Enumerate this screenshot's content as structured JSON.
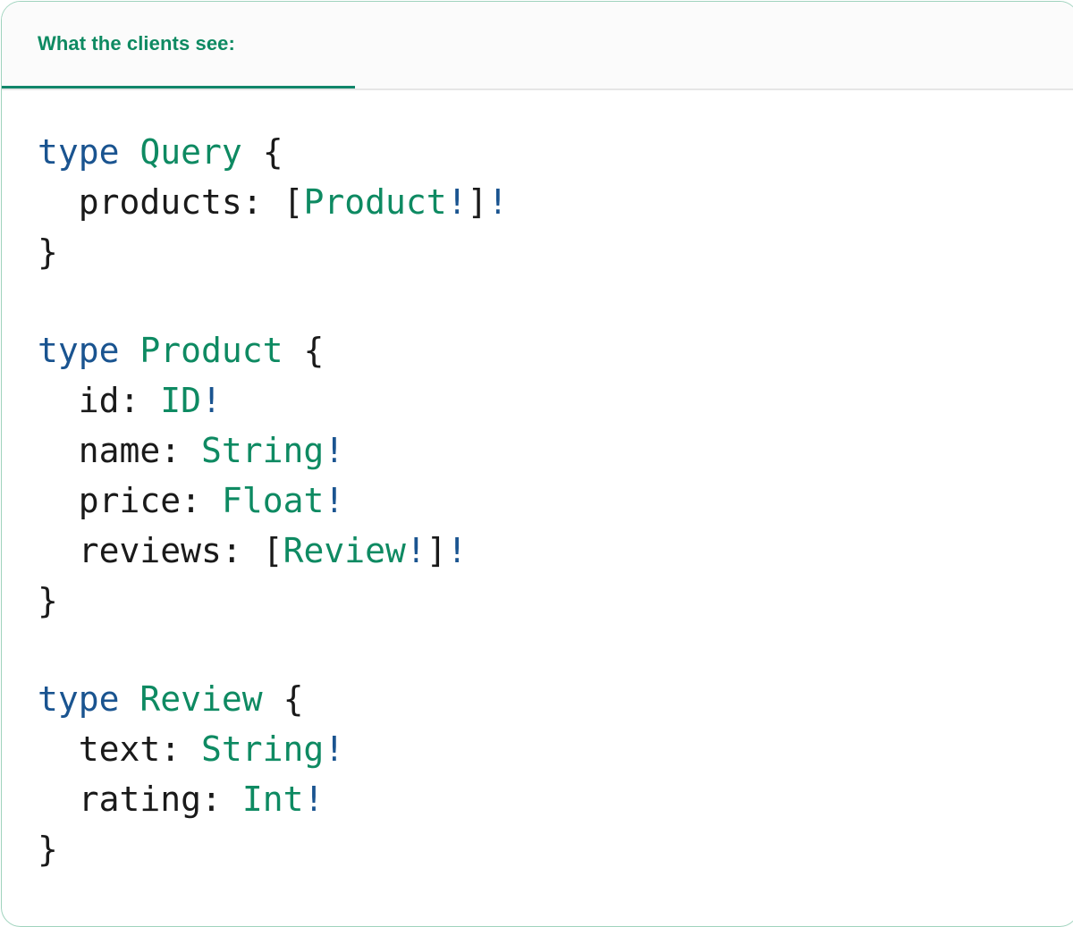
{
  "card": {
    "border_color": "#9fd3bd",
    "background": "#ffffff"
  },
  "tabs": {
    "active_index": 0,
    "items": [
      {
        "label": "What the clients see:"
      }
    ],
    "active_underline_color": "#11866a",
    "label_color": "#0e8a62",
    "background": "#fbfbfb"
  },
  "code": {
    "language": "graphql",
    "colors": {
      "keyword": "#1a5490",
      "type_name": "#0e8a62",
      "punctuation": "#1a1a1a",
      "field_name": "#1a1a1a",
      "non_null_bang": "#1a5490"
    },
    "text": "type Query {\n  products: [Product!]!\n}\n\ntype Product {\n  id: ID!\n  name: String!\n  price: Float!\n  reviews: [Review!]!\n}\n\ntype Review {\n  text: String!\n  rating: Int!\n}",
    "lines": [
      {
        "tokens": [
          {
            "t": "type",
            "c": "kw"
          },
          {
            "t": " ",
            "c": "punct"
          },
          {
            "t": "Query",
            "c": "type"
          },
          {
            "t": " ",
            "c": "punct"
          },
          {
            "t": "{",
            "c": "punct"
          }
        ]
      },
      {
        "tokens": [
          {
            "t": "  ",
            "c": "punct"
          },
          {
            "t": "products:",
            "c": "field"
          },
          {
            "t": " ",
            "c": "punct"
          },
          {
            "t": "[",
            "c": "punct"
          },
          {
            "t": "Product",
            "c": "type"
          },
          {
            "t": "!",
            "c": "bang"
          },
          {
            "t": "]",
            "c": "punct"
          },
          {
            "t": "!",
            "c": "bang"
          }
        ]
      },
      {
        "tokens": [
          {
            "t": "}",
            "c": "punct"
          }
        ]
      },
      {
        "tokens": []
      },
      {
        "tokens": [
          {
            "t": "type",
            "c": "kw"
          },
          {
            "t": " ",
            "c": "punct"
          },
          {
            "t": "Product",
            "c": "type"
          },
          {
            "t": " ",
            "c": "punct"
          },
          {
            "t": "{",
            "c": "punct"
          }
        ]
      },
      {
        "tokens": [
          {
            "t": "  ",
            "c": "punct"
          },
          {
            "t": "id:",
            "c": "field"
          },
          {
            "t": " ",
            "c": "punct"
          },
          {
            "t": "ID",
            "c": "type"
          },
          {
            "t": "!",
            "c": "bang"
          }
        ]
      },
      {
        "tokens": [
          {
            "t": "  ",
            "c": "punct"
          },
          {
            "t": "name:",
            "c": "field"
          },
          {
            "t": " ",
            "c": "punct"
          },
          {
            "t": "String",
            "c": "type"
          },
          {
            "t": "!",
            "c": "bang"
          }
        ]
      },
      {
        "tokens": [
          {
            "t": "  ",
            "c": "punct"
          },
          {
            "t": "price:",
            "c": "field"
          },
          {
            "t": " ",
            "c": "punct"
          },
          {
            "t": "Float",
            "c": "type"
          },
          {
            "t": "!",
            "c": "bang"
          }
        ]
      },
      {
        "tokens": [
          {
            "t": "  ",
            "c": "punct"
          },
          {
            "t": "reviews:",
            "c": "field"
          },
          {
            "t": " ",
            "c": "punct"
          },
          {
            "t": "[",
            "c": "punct"
          },
          {
            "t": "Review",
            "c": "type"
          },
          {
            "t": "!",
            "c": "bang"
          },
          {
            "t": "]",
            "c": "punct"
          },
          {
            "t": "!",
            "c": "bang"
          }
        ]
      },
      {
        "tokens": [
          {
            "t": "}",
            "c": "punct"
          }
        ]
      },
      {
        "tokens": []
      },
      {
        "tokens": [
          {
            "t": "type",
            "c": "kw"
          },
          {
            "t": " ",
            "c": "punct"
          },
          {
            "t": "Review",
            "c": "type"
          },
          {
            "t": " ",
            "c": "punct"
          },
          {
            "t": "{",
            "c": "punct"
          }
        ]
      },
      {
        "tokens": [
          {
            "t": "  ",
            "c": "punct"
          },
          {
            "t": "text:",
            "c": "field"
          },
          {
            "t": " ",
            "c": "punct"
          },
          {
            "t": "String",
            "c": "type"
          },
          {
            "t": "!",
            "c": "bang"
          }
        ]
      },
      {
        "tokens": [
          {
            "t": "  ",
            "c": "punct"
          },
          {
            "t": "rating:",
            "c": "field"
          },
          {
            "t": " ",
            "c": "punct"
          },
          {
            "t": "Int",
            "c": "type"
          },
          {
            "t": "!",
            "c": "bang"
          }
        ]
      },
      {
        "tokens": [
          {
            "t": "}",
            "c": "punct"
          }
        ]
      }
    ]
  }
}
